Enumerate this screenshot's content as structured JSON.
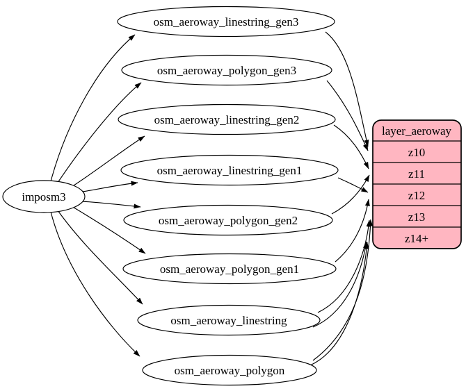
{
  "diagram": {
    "type": "graphviz-etl-graph",
    "background_color": "#ffffff",
    "edge_color": "#000000",
    "text_color": "#000000"
  },
  "source": {
    "label": "imposm3"
  },
  "tables": [
    {
      "label": "osm_aeroway_linestring_gen3"
    },
    {
      "label": "osm_aeroway_polygon_gen3"
    },
    {
      "label": "osm_aeroway_linestring_gen2"
    },
    {
      "label": "osm_aeroway_linestring_gen1"
    },
    {
      "label": "osm_aeroway_polygon_gen2"
    },
    {
      "label": "osm_aeroway_polygon_gen1"
    },
    {
      "label": "osm_aeroway_linestring"
    },
    {
      "label": "osm_aeroway_polygon"
    }
  ],
  "layer": {
    "title": "layer_aeroway",
    "zoom_rows": [
      "z10",
      "z11",
      "z12",
      "z13",
      "z14+"
    ],
    "fill_color": "#ffb6c1",
    "border_color": "#000000"
  },
  "edges": {
    "from_source": [
      "osm_aeroway_linestring_gen3",
      "osm_aeroway_polygon_gen3",
      "osm_aeroway_linestring_gen2",
      "osm_aeroway_linestring_gen1",
      "osm_aeroway_polygon_gen2",
      "osm_aeroway_polygon_gen1",
      "osm_aeroway_linestring",
      "osm_aeroway_polygon"
    ],
    "to_layer": [
      {
        "from": "osm_aeroway_linestring_gen3",
        "to": "z10"
      },
      {
        "from": "osm_aeroway_polygon_gen3",
        "to": "z10"
      },
      {
        "from": "osm_aeroway_linestring_gen2",
        "to": "z11"
      },
      {
        "from": "osm_aeroway_polygon_gen2",
        "to": "z11"
      },
      {
        "from": "osm_aeroway_linestring_gen1",
        "to": "z12"
      },
      {
        "from": "osm_aeroway_polygon_gen1",
        "to": "z12"
      },
      {
        "from": "osm_aeroway_linestring",
        "to": "z13"
      },
      {
        "from": "osm_aeroway_polygon",
        "to": "z13"
      },
      {
        "from": "osm_aeroway_linestring",
        "to": "z14+"
      },
      {
        "from": "osm_aeroway_polygon",
        "to": "z14+"
      }
    ]
  }
}
